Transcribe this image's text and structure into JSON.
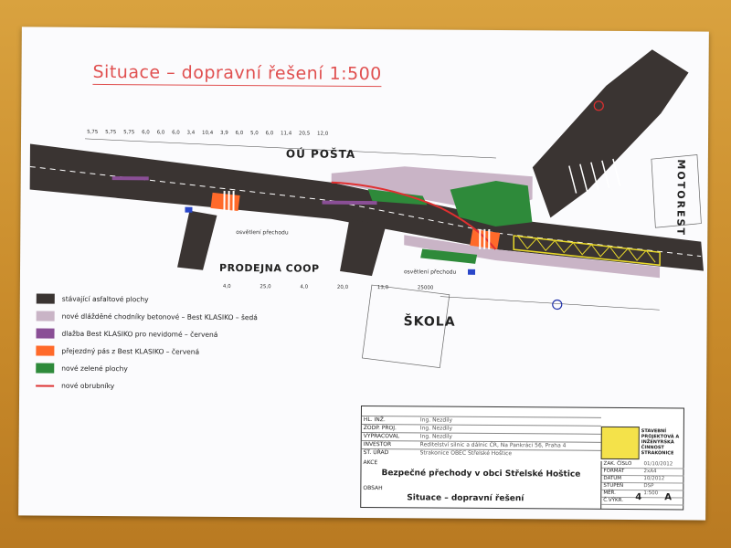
{
  "drawing": {
    "title": "Situace – dopravní řešení 1:500",
    "labels": {
      "post": "OÚ POŠTA",
      "coop": "PRODEJNA COOP",
      "school": "ŠKOLA",
      "motorest": "MOTOREST",
      "lighting_1": "osvětlení přechodu",
      "lighting_2": "osvětlení přechodu"
    },
    "dimensions": {
      "top": [
        "5,75",
        "5,75",
        "5,75",
        "6,0",
        "6,0",
        "6,0",
        "3,4",
        "10,4",
        "3,9",
        "6,0",
        "5,0",
        "6,0",
        "11,4",
        "20,5",
        "12,0"
      ],
      "bottom": [
        "4,0",
        "25,0",
        "4,0",
        "20,0",
        "13,0",
        "25000"
      ]
    }
  },
  "legend": [
    {
      "color": "#3a3432",
      "text": "stávající asfaltové plochy"
    },
    {
      "color": "#c9b4c6",
      "text": "nové dlážděné chodníky betonové – Best KLASIKO – šedá"
    },
    {
      "color": "#8a4f96",
      "text": "dlažba Best KLASIKO pro nevidomé – červená"
    },
    {
      "color": "#ff6a2a",
      "text": "přejezdný pás z Best KLASIKO – červená"
    },
    {
      "color": "#2e8a3a",
      "text": "nové zelené plochy"
    },
    {
      "color": "#d33333",
      "text": "nové obrubníky",
      "line": true
    }
  ],
  "title_block": {
    "rows": [
      {
        "key": "HL. INŽ.",
        "value": "Ing. Nezdily"
      },
      {
        "key": "ZODP. PROJ.",
        "value": "Ing. Nezdily"
      },
      {
        "key": "VYPRACOVAL",
        "value": "Ing. Nezdily"
      },
      {
        "key": "INVESTOR",
        "value": "Ředitelství silnic a dálnic ČR, Na Pankráci 56, Praha 4"
      },
      {
        "key": "ST. ÚŘAD",
        "value": "Strakonice    OBEC    Střelské Hoštice"
      }
    ],
    "akce_label": "AKCE",
    "project": "Bezpečné přechody v obci Střelské Hoštice",
    "obsah_label": "OBSAH",
    "content": "Situace – dopravní řešení",
    "firm": "STAVEBNÍ PROJEKTOVÁ A INŽENÝRSKÁ ČINNOST STRAKONICE",
    "right": [
      {
        "key": "ZAK. ČÍSLO",
        "value": "01/10/2012"
      },
      {
        "key": "FORMÁT",
        "value": "2xA4"
      },
      {
        "key": "DATUM",
        "value": "10/2012"
      },
      {
        "key": "STUPEŇ",
        "value": "DSP"
      },
      {
        "key": "MĚŘ.",
        "value": "1:500"
      },
      {
        "key": "Č.VÝKR.",
        "value": ""
      }
    ],
    "sheet_number": "4",
    "revision": "A"
  }
}
